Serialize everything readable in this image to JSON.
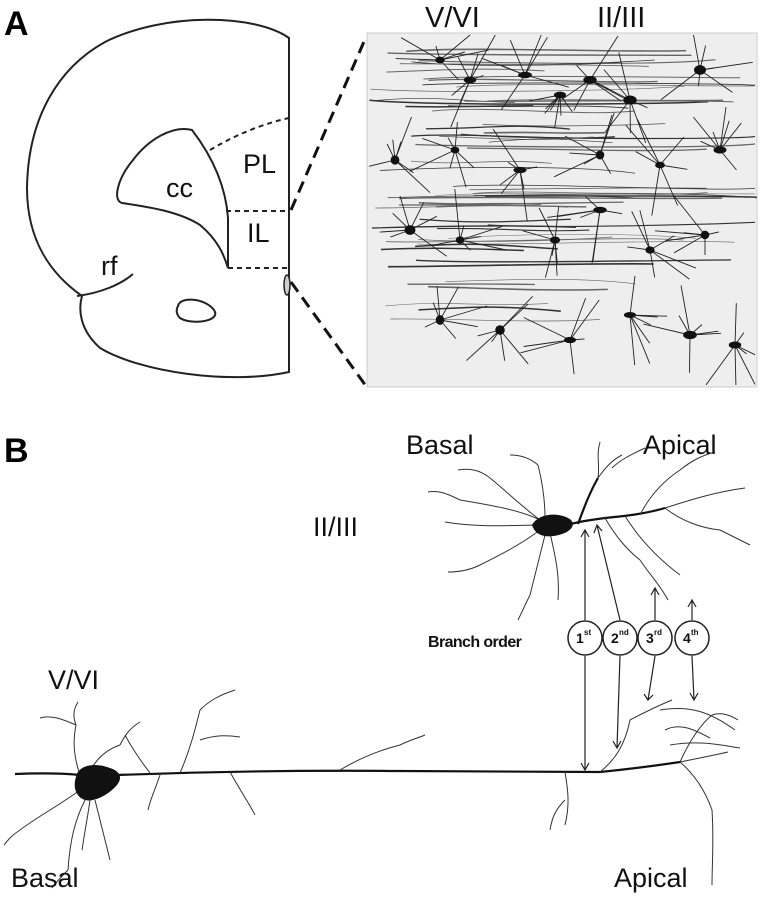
{
  "panels": {
    "a": {
      "letter": "A",
      "regions": {
        "pl": "PL",
        "il": "IL",
        "cc": "cc",
        "rf": "rf"
      },
      "micrograph_layers": {
        "deep": "V/VI",
        "superficial": "II/III"
      }
    },
    "b": {
      "letter": "B",
      "upper_neuron": {
        "layer": "II/III",
        "basal": "Basal",
        "apical": "Apical"
      },
      "branch_order": {
        "title": "Branch order",
        "orders": [
          {
            "num": "1",
            "sup": "st"
          },
          {
            "num": "2",
            "sup": "nd"
          },
          {
            "num": "3",
            "sup": "rd"
          },
          {
            "num": "4",
            "sup": "th"
          }
        ]
      },
      "lower_neuron": {
        "layer": "V/VI",
        "basal": "Basal",
        "apical": "Apical"
      }
    }
  },
  "colors": {
    "ink": "#111111",
    "micrograph_background": "#eeeeee"
  }
}
